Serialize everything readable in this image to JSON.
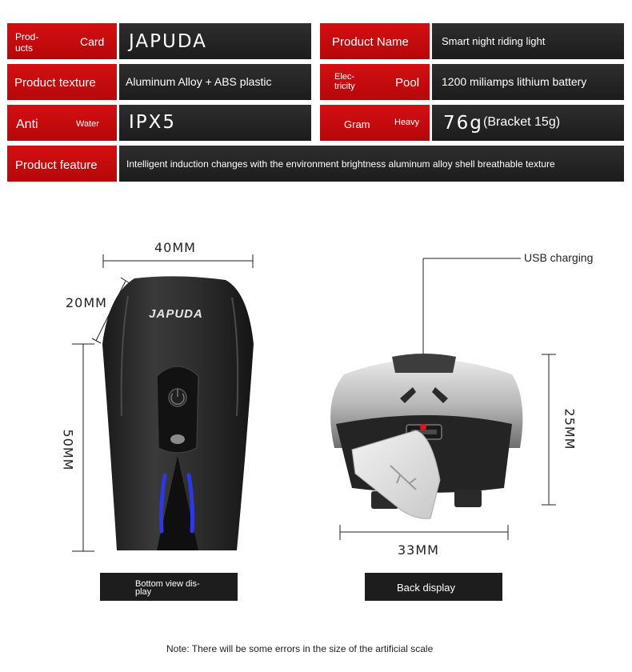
{
  "specs": {
    "brand": {
      "label_top": "Prod-",
      "label_bottom": "ucts",
      "label_right": "Card",
      "value": "JAPUDA"
    },
    "product_name": {
      "label": "Product Name",
      "value": "Smart night riding light"
    },
    "texture": {
      "label": "Product texture",
      "value": "Aluminum Alloy + ABS plastic"
    },
    "battery": {
      "label_top": "Elec-",
      "label_bottom": "tricity",
      "label_right": "Pool",
      "value": "1200 miliamps lithium battery"
    },
    "waterproof": {
      "label_left": "Anti",
      "label_right": "Water",
      "value": "IPX5"
    },
    "weight": {
      "label_left": "Gram",
      "label_right": "Heavy",
      "value_main": "76g",
      "value_extra": "(Bracket 15g)"
    },
    "feature": {
      "label": "Product feature",
      "value": "Intelligent induction changes with the environment brightness aluminum alloy shell breathable texture"
    }
  },
  "bottom_view": {
    "width_dim": "40MM",
    "depth_dim": "20MM",
    "height_dim": "50MM",
    "logo": "JAPUDA",
    "caption_line1": "Bottom view dis-",
    "caption_line2": "play"
  },
  "back_view": {
    "usb_label": "USB charging",
    "height_dim": "25MM",
    "width_dim": "33MM",
    "caption": "Back display"
  },
  "note": "Note: There will be some errors in the size of the artificial scale",
  "colors": {
    "label_red": "#c80b0e",
    "value_dark": "#262626",
    "led_blue": "#2e37e6"
  }
}
